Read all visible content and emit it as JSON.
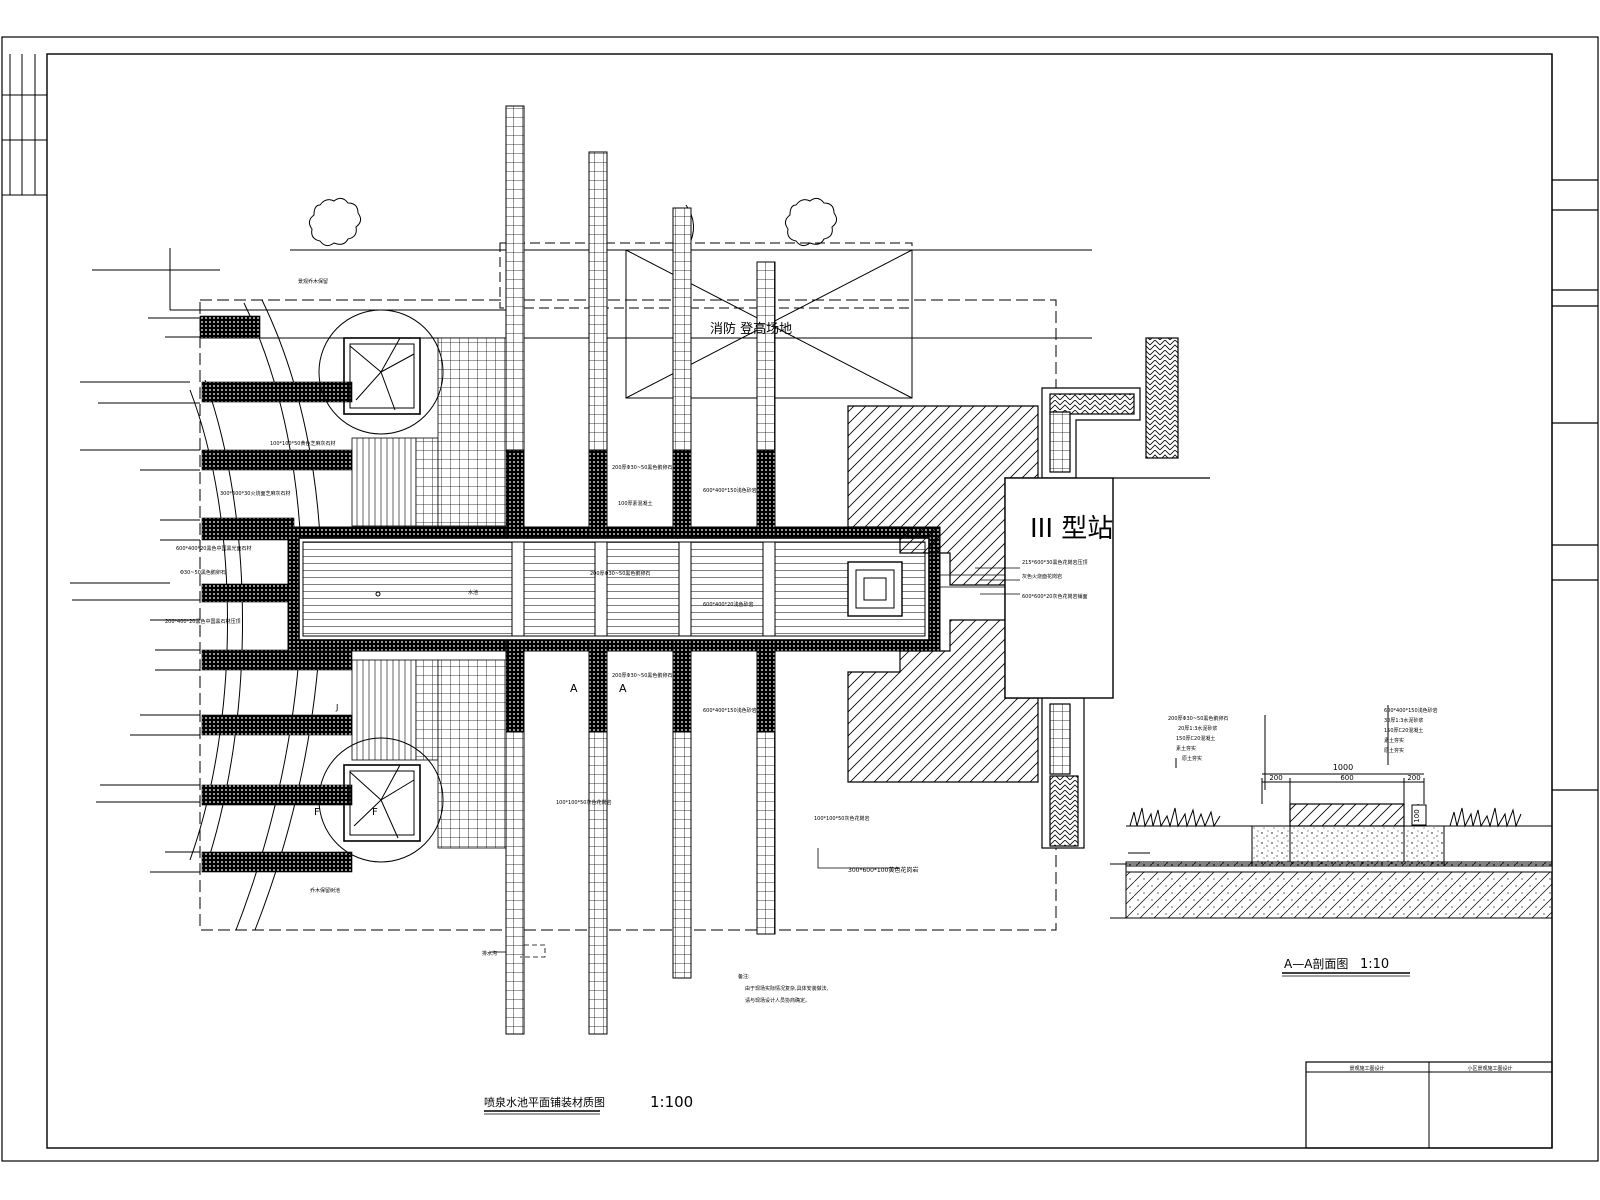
{
  "drawing": {
    "main_title": "喷泉水池平面铺装材质图",
    "main_scale": "1:100",
    "section_title": "A—A剖面图",
    "section_scale": "1:10",
    "fire_lane_label": "消防 登高场地",
    "station_label": "III 型站",
    "section_marker_a": "A",
    "section_marker_f": "F",
    "section_marker_j": "J",
    "title_block": {
      "cell_left": "景观施工图设计",
      "cell_right": "小区景观施工图设计"
    }
  },
  "plan_callouts": {
    "tree_top": "景观乔木保留",
    "tree_bottom": "乔木保留树池",
    "stone_paving_top": "100*100*50黄色芝麻灰石材",
    "stone_paving_mid": "300*600*30火烧面芝麻灰石材",
    "pool_edge_left": "600*400*20黑色中国黑光面石材",
    "pebble": "Φ30~50黑色鹅卵石",
    "granite_left": "200*400*20黑色中国黑石材压顶",
    "pebble_top": "200厚Φ30~50黑色鹅卵石",
    "deck_bar": "100厚素混凝土",
    "pool_stone_1": "600*400*150浅色砂岩",
    "pebble_mid": "200厚Φ30~50黑色鹅卵石",
    "pool_stone_2": "600*400*20浅色砂岩",
    "pool_label": "水池",
    "pebble_lower": "200厚Φ30~50黑色鹅卵石",
    "pool_stone_3": "600*400*150浅色砂岩",
    "paving_bottom_1": "100*100*50灰色花岗岩",
    "paving_bottom_2": "100*100*50灰色花岗岩",
    "paving_bottom_3": "300*600*100黄色花岗岩",
    "drain": "排水沟",
    "station_1": "215*600*30黑色花岗岩压顶",
    "station_2": "灰色火烧面花岗岩",
    "station_3": "600*600*20灰色花岗岩铺面"
  },
  "notes": {
    "heading": "备注:",
    "line1": "由于现场实际情况复杂,具体安装做法,",
    "line2": "请与现场设计人员协商确定。"
  },
  "section_callouts": {
    "left_1": "200厚Φ30~50黑色鹅卵石",
    "left_2": "20厚1:3水泥砂浆",
    "left_3": "150厚C20混凝土",
    "left_4": "素土夯实",
    "left_5": "原土夯实",
    "right_1": "600*400*150浅色砂岩",
    "right_2": "30厚1:3水泥砂浆",
    "right_3": "150厚C20混凝土",
    "right_4": "素土夯实",
    "right_5": "原土夯实"
  },
  "section_dims": {
    "total": "1000",
    "left": "200",
    "mid": "600",
    "right": "200",
    "height": "100"
  },
  "colors": {
    "line": "#000000",
    "background": "#ffffff"
  }
}
